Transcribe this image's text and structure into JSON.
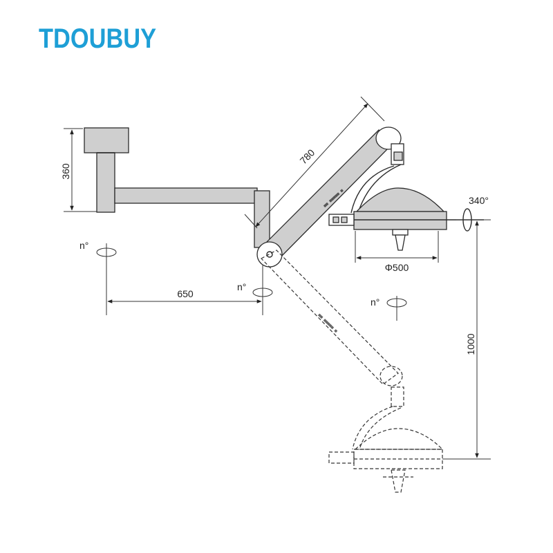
{
  "brand": {
    "name": "TDOUBUY",
    "color": "#1e9fd6"
  },
  "dimensions": {
    "ceiling_height": "360",
    "arm_length": "780",
    "horizontal_arm": "650",
    "lamp_diameter": "Φ500",
    "rotation_angle": "340°",
    "vertical_height": "1000"
  },
  "rotations": {
    "left": "n°",
    "middle": "n°",
    "right": "n°"
  }
}
